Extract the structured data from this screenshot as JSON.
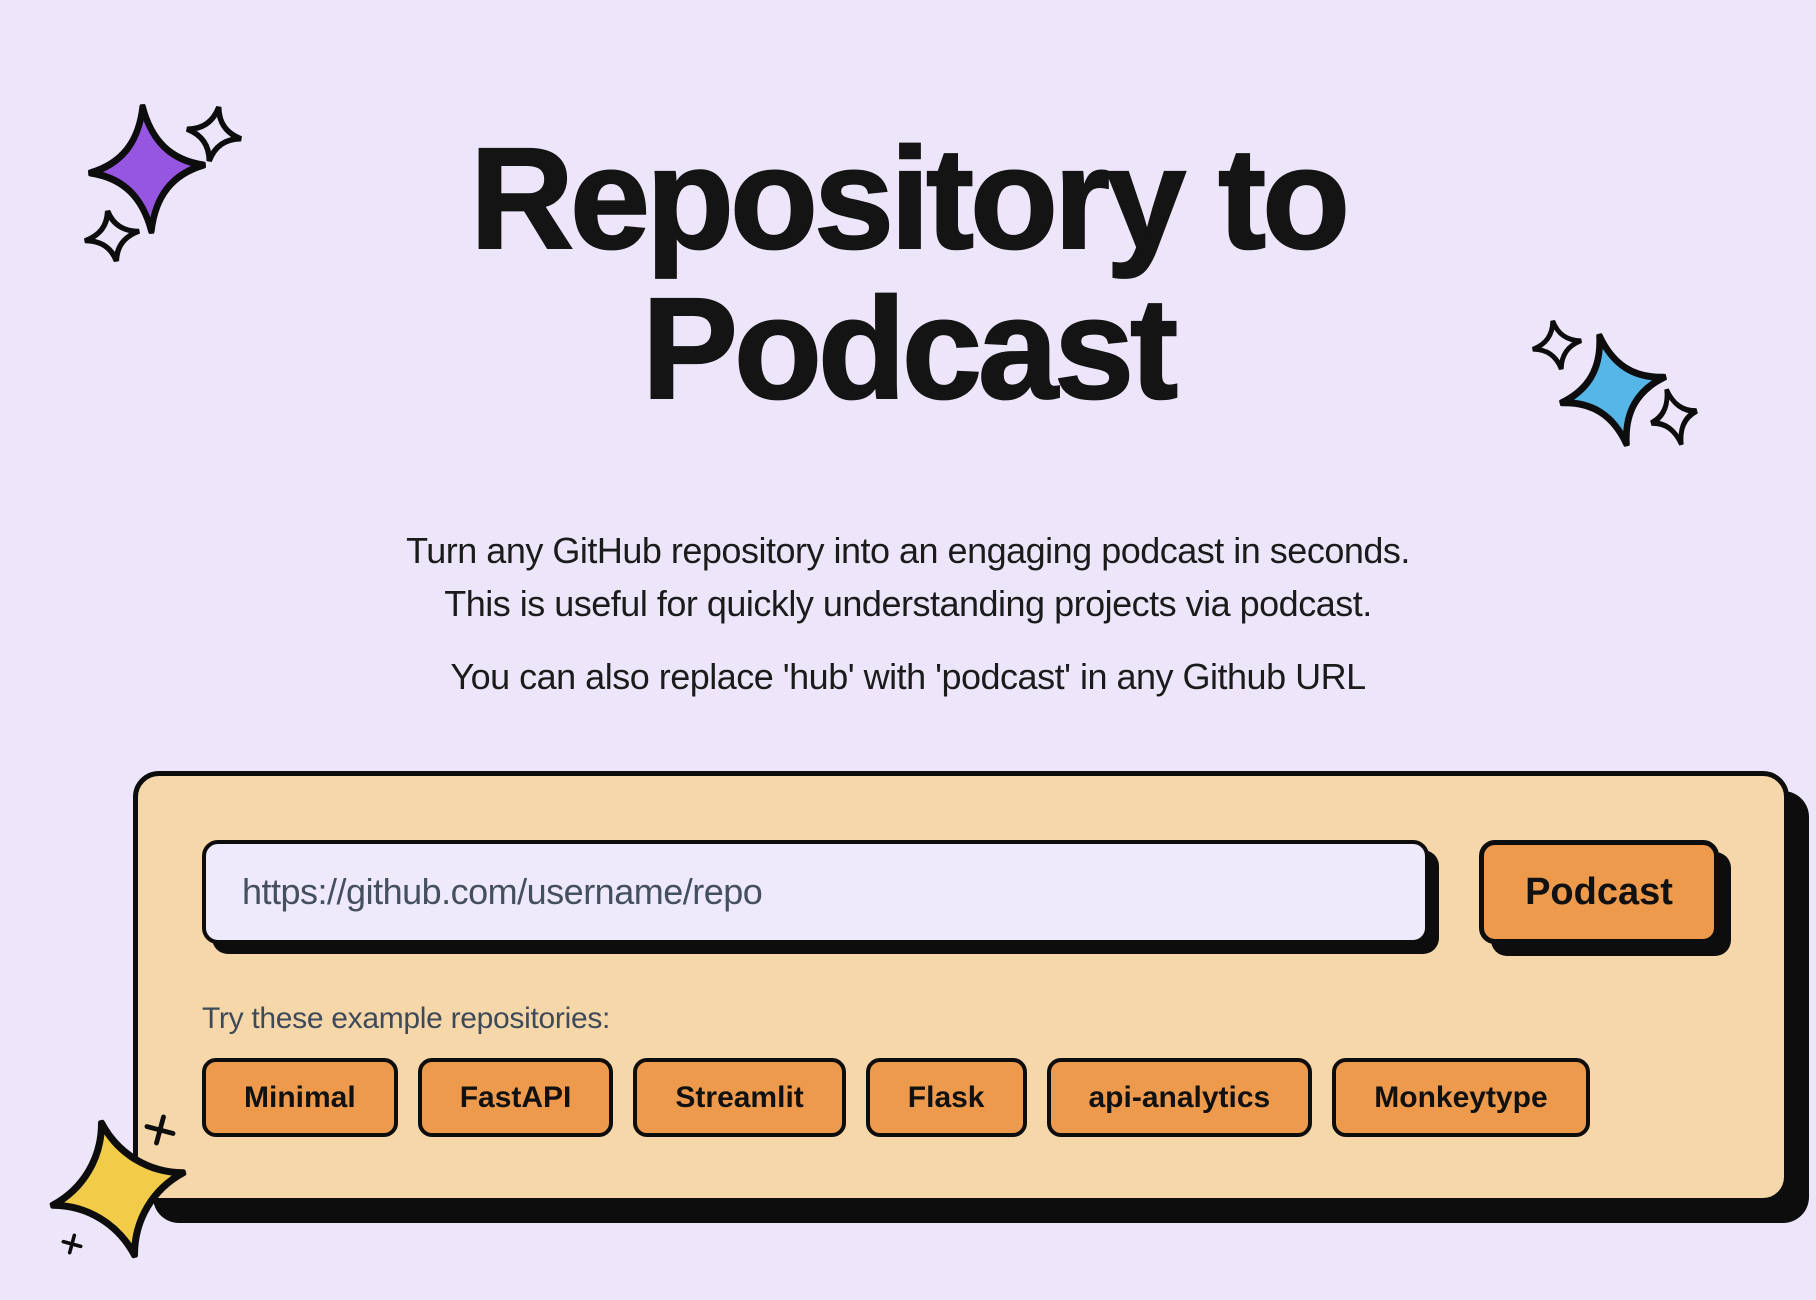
{
  "page": {
    "title": "Repository to Podcast",
    "title_lines": [
      "Repository to",
      "Podcast"
    ],
    "tagline_line1": "Turn any GitHub repository into an engaging podcast in seconds.",
    "tagline_line2": "This is useful for quickly understanding projects via podcast.",
    "tagline_line3": "You can also replace 'hub' with 'podcast' in any Github URL"
  },
  "card": {
    "url_input": {
      "value": "",
      "placeholder": "https://github.com/username/repo"
    },
    "podcast_button_label": "Podcast",
    "examples_label": "Try these example repositories:",
    "example_buttons": [
      "Minimal",
      "FastAPI",
      "Streamlit",
      "Flask",
      "api-analytics",
      "Monkeytype"
    ]
  },
  "decorations": {
    "sparkle_purple": "purple-sparkle-cluster-top-left",
    "sparkle_blue": "blue-sparkle-cluster-right",
    "star_yellow": "yellow-star-bottom-left",
    "plus_marks": "small-plus-marks-bottom-left"
  },
  "colors": {
    "background": "#EDE6FA",
    "card_background": "#F6D7AA",
    "accent_orange": "#EE9A4D",
    "input_background": "#EFE9FC",
    "outline_black": "#0D0D0D",
    "muted_text": "#3E4A59",
    "heading_text": "#141414",
    "sparkle_purple": "#9656E2",
    "sparkle_blue": "#55B6E7",
    "star_yellow": "#F2CC49"
  }
}
